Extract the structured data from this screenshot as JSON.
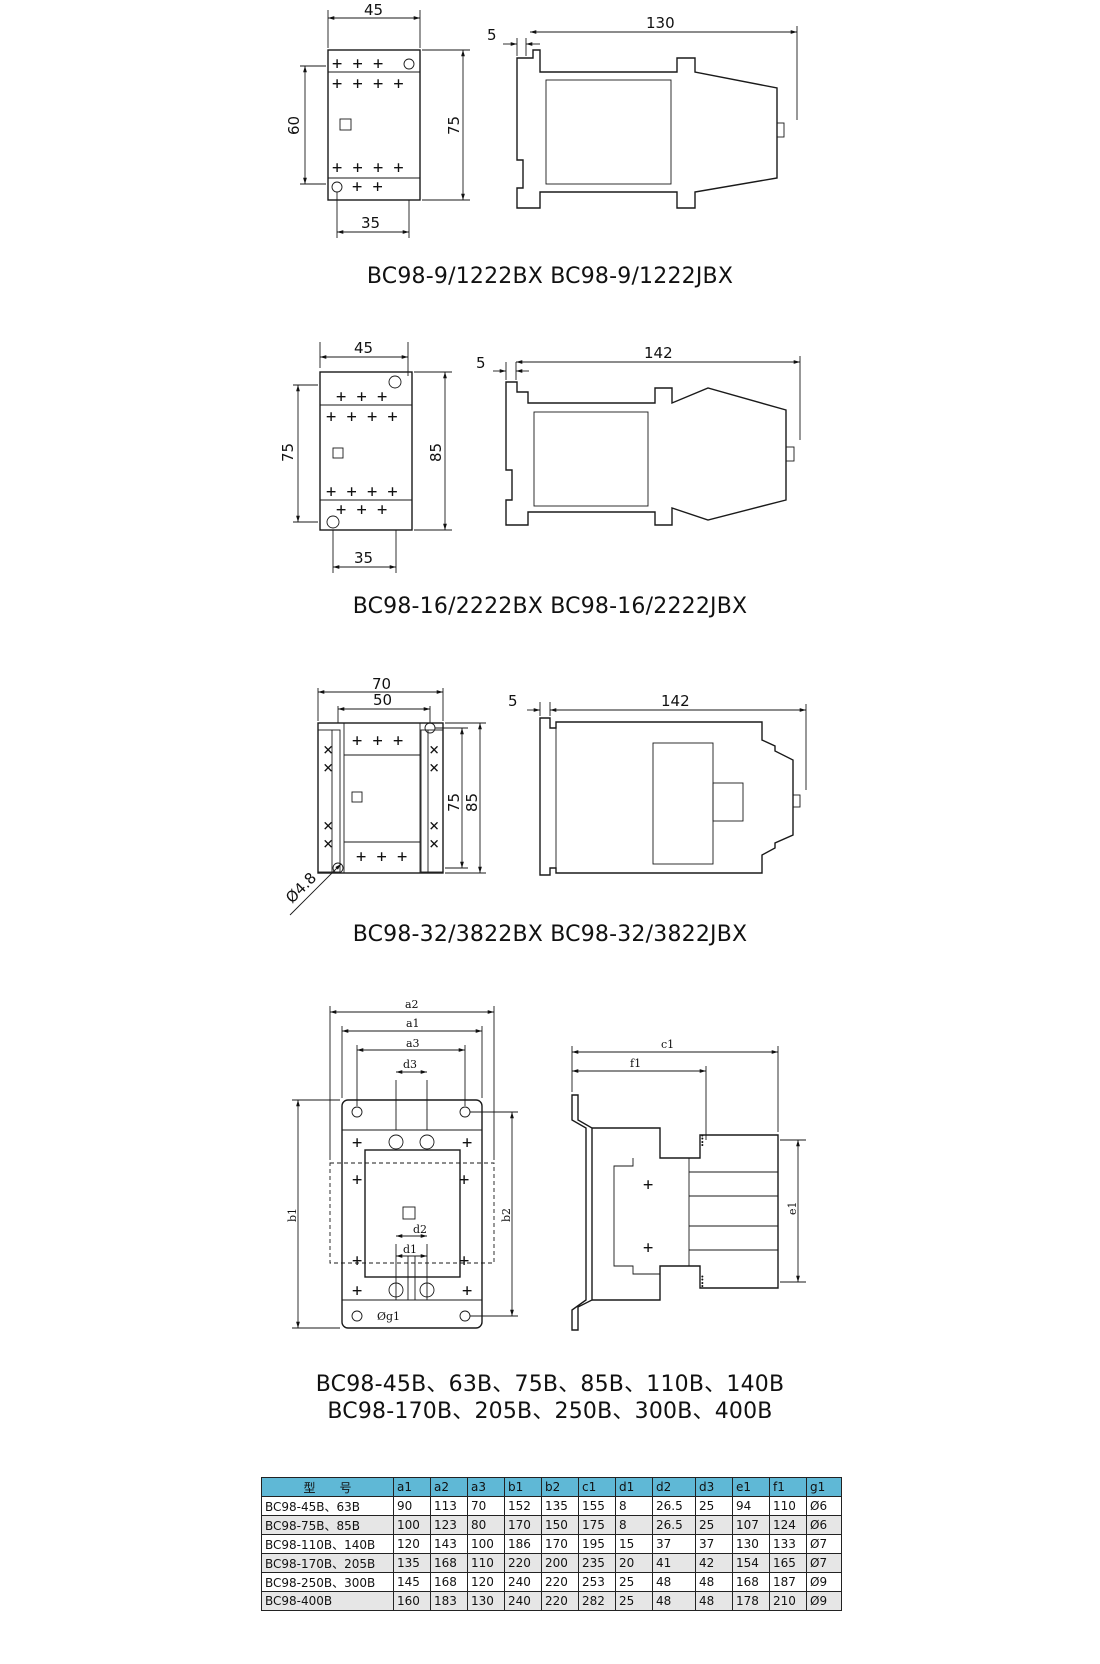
{
  "drawing1": {
    "caption": "BC98-9/1222BX BC98-9/1222JBX",
    "dims": {
      "width": "45",
      "height_inner": "60",
      "height_outer": "75",
      "mount": "35",
      "offset": "5",
      "depth": "130"
    }
  },
  "drawing2": {
    "caption": "BC98-16/2222BX BC98-16/2222JBX",
    "dims": {
      "width": "45",
      "height_inner": "75",
      "height_outer": "85",
      "mount": "35",
      "offset": "5",
      "depth": "142"
    }
  },
  "drawing3": {
    "caption": "BC98-32/3822BX BC98-32/3822JBX",
    "dims": {
      "width_outer": "70",
      "width_inner": "50",
      "height_inner": "75",
      "height_outer": "85",
      "hole": "Ø4.8",
      "offset": "5",
      "depth": "142"
    }
  },
  "drawing4": {
    "caption_line1": "BC98-45B、63B、75B、85B、110B、140B",
    "caption_line2": "BC98-170B、205B、250B、300B、400B",
    "dims": {
      "a2": "a2",
      "a1": "a1",
      "a3": "a3",
      "d3": "d3",
      "d2": "d2",
      "d1": "d1",
      "b1": "b1",
      "b2": "b2",
      "g1": "Øg1",
      "c1": "c1",
      "f1": "f1",
      "e1": "e1"
    }
  },
  "table": {
    "headers": [
      "型　　号",
      "a1",
      "a2",
      "a3",
      "b1",
      "b2",
      "c1",
      "d1",
      "d2",
      "d3",
      "e1",
      "f1",
      "g1"
    ],
    "rows": [
      [
        "BC98-45B、63B",
        "90",
        "113",
        "70",
        "152",
        "135",
        "155",
        "8",
        "26.5",
        "25",
        "94",
        "110",
        "Ø6"
      ],
      [
        "BC98-75B、85B",
        "100",
        "123",
        "80",
        "170",
        "150",
        "175",
        "8",
        "26.5",
        "25",
        "107",
        "124",
        "Ø6"
      ],
      [
        "BC98-110B、140B",
        "120",
        "143",
        "100",
        "186",
        "170",
        "195",
        "15",
        "37",
        "37",
        "130",
        "133",
        "Ø7"
      ],
      [
        "BC98-170B、205B",
        "135",
        "168",
        "110",
        "220",
        "200",
        "235",
        "20",
        "41",
        "42",
        "154",
        "165",
        "Ø7"
      ],
      [
        "BC98-250B、300B",
        "145",
        "168",
        "120",
        "240",
        "220",
        "253",
        "25",
        "48",
        "48",
        "168",
        "187",
        "Ø9"
      ],
      [
        "BC98-400B",
        "160",
        "183",
        "130",
        "240",
        "220",
        "282",
        "25",
        "48",
        "48",
        "178",
        "210",
        "Ø9"
      ]
    ]
  }
}
